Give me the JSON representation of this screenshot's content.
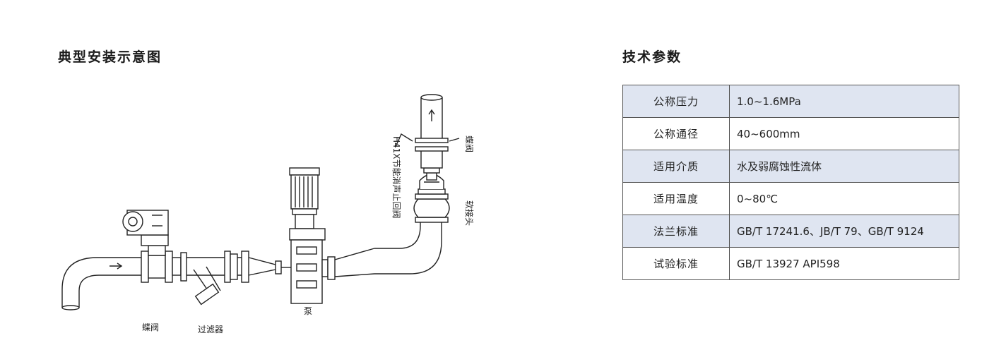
{
  "left_title": "典型安装示意图",
  "right_title": "技术参数",
  "diagram": {
    "labels": {
      "butterfly_valve_bottom": "蝶阀",
      "filter": "过滤器",
      "pump": "泵",
      "check_valve": "H41X节能消声止回阀",
      "butterfly_valve_top": "蝶阀",
      "soft_joint": "软接头"
    }
  },
  "specs": [
    {
      "key": "公称压力",
      "value": "1.0~1.6MPa"
    },
    {
      "key": "公称通径",
      "value": "40~600mm"
    },
    {
      "key": "适用介质",
      "value": "水及弱腐蚀性流体"
    },
    {
      "key": "适用温度",
      "value": "0~80℃"
    },
    {
      "key": "法兰标准",
      "value": "GB/T 17241.6、JB/T 79、GB/T 9124"
    },
    {
      "key": "试验标准",
      "value": "GB/T 13927  API598"
    }
  ]
}
